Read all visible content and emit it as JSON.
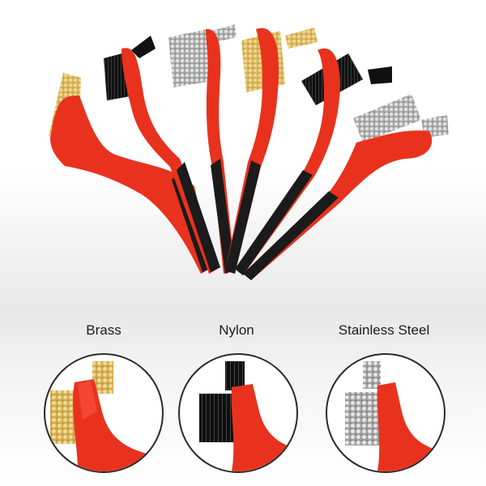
{
  "variants": [
    {
      "label": "Brass"
    },
    {
      "label": "Nylon"
    },
    {
      "label": "Stainless Steel"
    }
  ],
  "colors": {
    "handle_red": "#e8321e",
    "grip_black": "#1b1b1b",
    "brass": "#d9b75a",
    "nylon": "#141414",
    "steel": "#b9b9b9"
  }
}
